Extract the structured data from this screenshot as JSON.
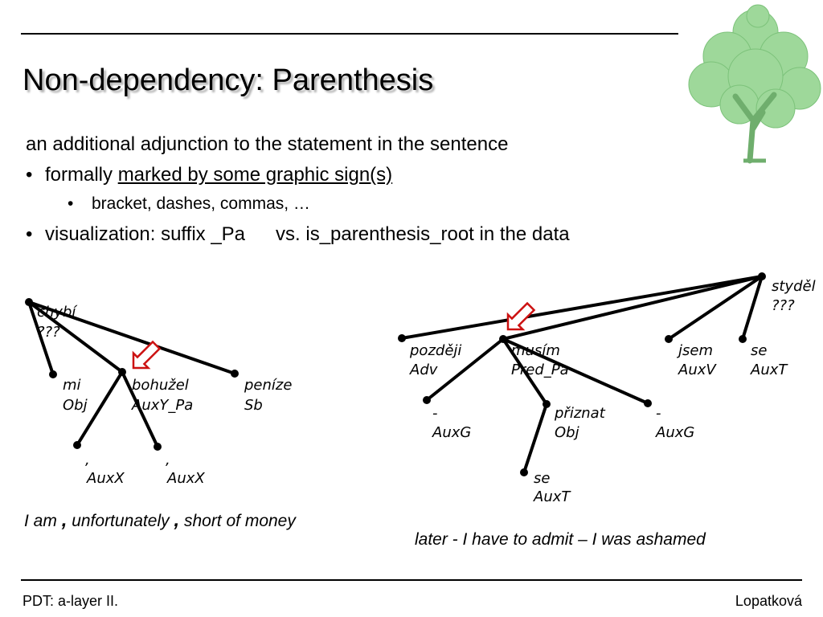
{
  "slide": {
    "title": "Non-dependency: Parenthesis",
    "intro": "an additional adjunction to the statement in the sentence",
    "bullets": [
      {
        "symbol": "•",
        "text_before": "formally ",
        "text_underlined": "marked by some graphic sign(s)"
      },
      {
        "symbol": "•",
        "text": "bracket, dashes, commas, …"
      },
      {
        "symbol": "•",
        "part1": "visualization: suffix _Pa",
        "part2": "vs.  is_parenthesis_root  in the data"
      }
    ]
  },
  "left_tree": {
    "nodes": [
      {
        "line1": "chybí",
        "line2": "???"
      },
      {
        "line1": "mi",
        "line2": "Obj"
      },
      {
        "line1": "bohužel",
        "line2": "AuxY_Pa"
      },
      {
        "line1": "peníze",
        "line2": "Sb"
      },
      {
        "line1": ",",
        "line2": "AuxX"
      },
      {
        "line1": ",",
        "line2": "AuxX"
      }
    ],
    "caption": {
      "part1": "I am ",
      "comma1": ",",
      "part2": " unfortunately ",
      "comma2": ",",
      "part3": " short of money"
    }
  },
  "right_tree": {
    "nodes": [
      {
        "line1": "styděl",
        "line2": "???"
      },
      {
        "line1": "později",
        "line2": "Adv"
      },
      {
        "line1": "musím",
        "line2": "Pred_Pa"
      },
      {
        "line1": "jsem",
        "line2": "AuxV"
      },
      {
        "line1": "se",
        "line2": "AuxT"
      },
      {
        "line1": "-",
        "line2": "AuxG"
      },
      {
        "line1": "přiznat",
        "line2": "Obj"
      },
      {
        "line1": "-",
        "line2": "AuxG"
      },
      {
        "line1": "se",
        "line2": "AuxT"
      }
    ],
    "caption": "later - I have to admit – I was ashamed"
  },
  "footer": {
    "left": "PDT: a-layer II.",
    "right": "Lopatková"
  },
  "colors": {
    "arrow": "#cc1111",
    "tree_leaves": "#9ed89a",
    "trunk": "#7fbf7f"
  },
  "icons": {
    "tree": "tree-icon",
    "arrow": "hollow-arrow-icon"
  }
}
